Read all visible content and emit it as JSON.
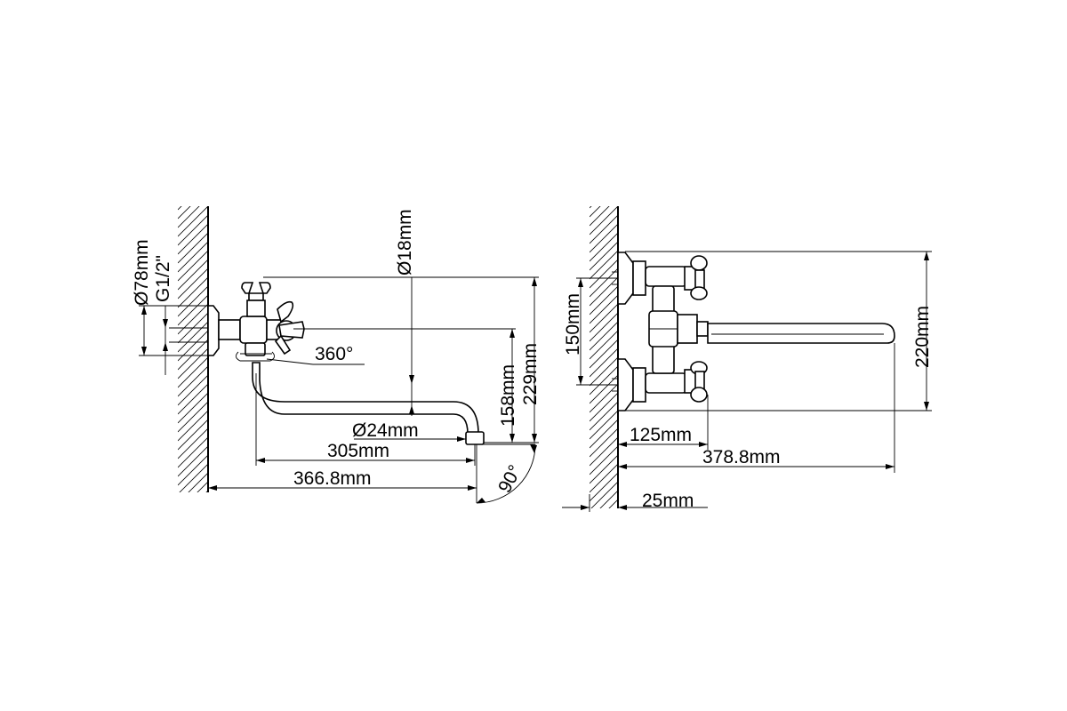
{
  "left_view": {
    "dims": {
      "partial_top": "Ø78mm",
      "thread": "G1/2\"",
      "pipe_diameter": "Ø18mm",
      "rotation": "360°",
      "height_inner": "158mm",
      "height_outer": "229mm",
      "spout_diameter": "Ø24mm",
      "reach_inner": "305mm",
      "reach_outer": "366.8mm",
      "angle": "90°"
    }
  },
  "right_view": {
    "dims": {
      "center_distance": "150mm",
      "overall_height": "220mm",
      "handle_offset": "125mm",
      "total_reach": "378.8mm",
      "wall_offset": "25mm"
    }
  }
}
